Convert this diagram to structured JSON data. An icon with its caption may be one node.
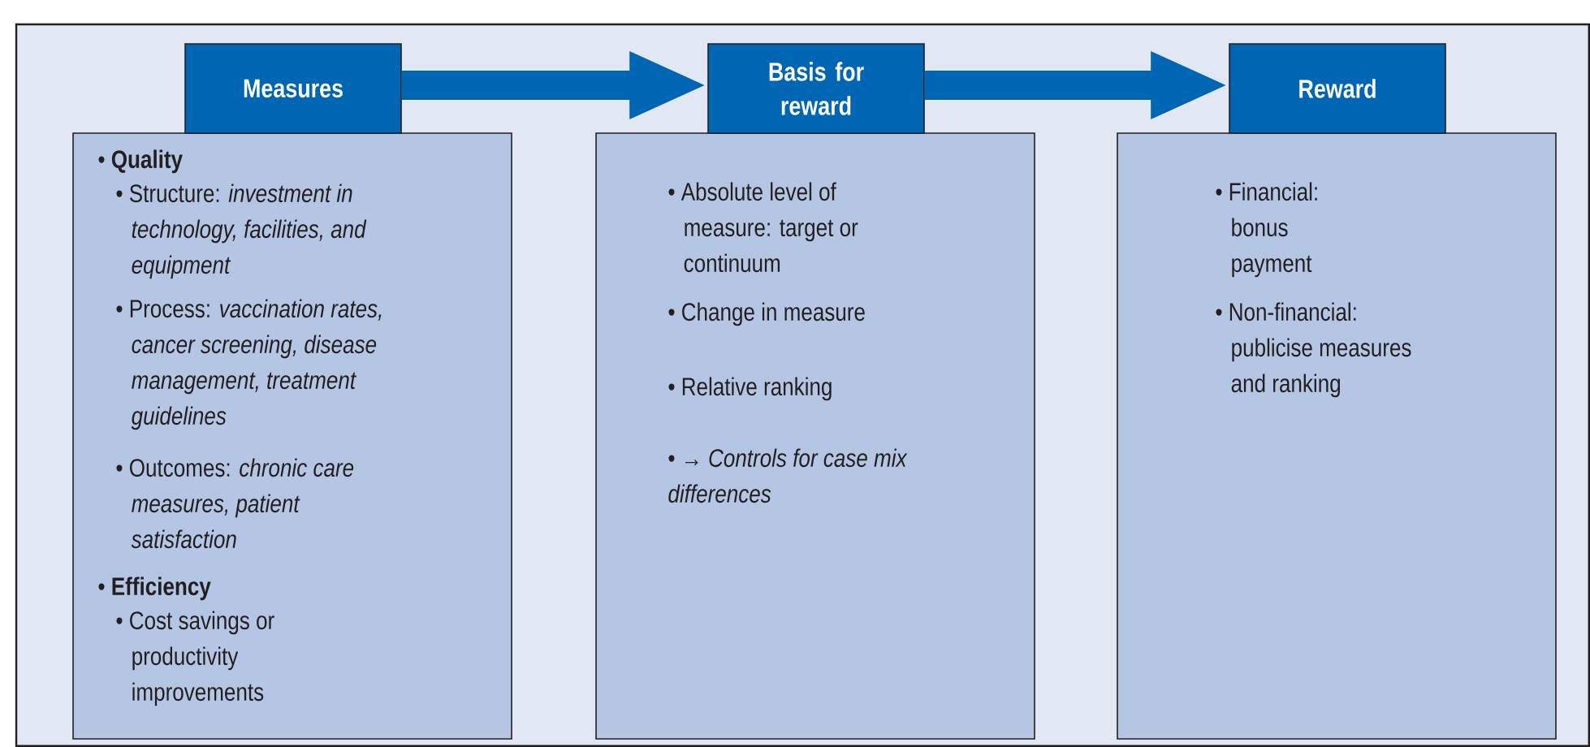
{
  "diagram": {
    "nodes": [
      {
        "text": [
          "Measures"
        ]
      },
      {
        "text": [
          "Basis for reward"
        ]
      },
      {
        "text": [
          "Reward"
        ]
      },
      {
        "text": [
          "• **Quality**",
          "• Structure: *investment in technology, facilities, and equipment*",
          "• Process: *vaccination rates, cancer screening, disease management, treatment guidelines*",
          "• Outcomes: *chronic care measures, patient satisfaction*",
          "• **Efficiency**",
          "• Cost savings or productivity improvements"
        ]
      },
      {
        "text": [
          "• Absolute level of measure: target or continuum",
          "• Change in measure",
          "• Relative ranking",
          "• → *Controls for case mix differences*"
        ]
      },
      {
        "text": [
          "• Financial: bonus payment",
          "• Non-financial: publicise measures and ranking"
        ]
      }
    ],
    "edges": [
      {
        "from": 0,
        "to": 1,
        "arrow": "to"
      },
      {
        "from": 1,
        "to": 2,
        "arrow": "to"
      }
    ]
  }
}
